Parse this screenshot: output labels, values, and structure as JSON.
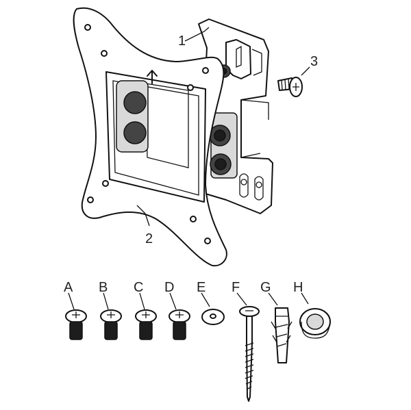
{
  "labels": {
    "wall_bracket": "1",
    "tv_plate": "2",
    "screw_3": "3",
    "a": "A",
    "b": "B",
    "c": "C",
    "d": "D",
    "e": "E",
    "f": "F",
    "g": "G",
    "h": "H"
  },
  "icons": {
    "direction_arrow": "up-arrow-icon"
  }
}
